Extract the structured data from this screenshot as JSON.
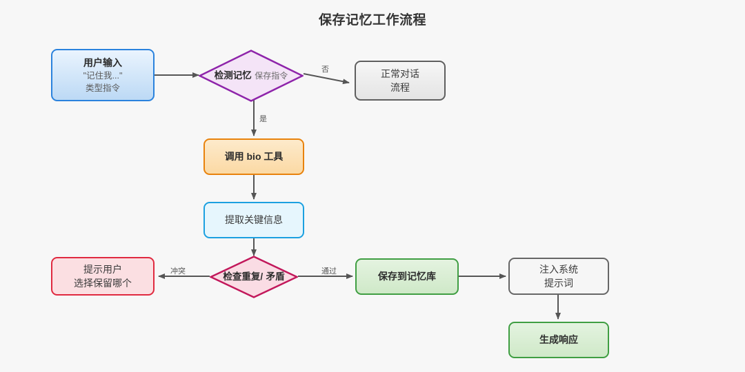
{
  "diagram": {
    "title": "保存记忆工作流程",
    "background_color": "#f7f7f7",
    "type": "flowchart"
  },
  "nodes": {
    "user_input": {
      "line1": "用户输入",
      "line2": "\"记住我...\"",
      "line3": "类型指令",
      "shape": "rounded-rect",
      "color": "#2a82dd"
    },
    "detect_memory": {
      "line1": "检测记忆",
      "line2": "保存指令",
      "shape": "diamond",
      "color": "#8e24aa"
    },
    "normal_chat": {
      "line1": "正常对话",
      "line2": "流程",
      "shape": "rounded-rect",
      "color": "#5e5e5e"
    },
    "call_bio_tool": {
      "line1": "调用 bio 工具",
      "shape": "rounded-rect",
      "color": "#e8820c"
    },
    "extract_key_info": {
      "line1": "提取关键信息",
      "shape": "rounded-rect",
      "color": "#1ba0e0"
    },
    "check_duplicate": {
      "line1": "检查重复/",
      "line2": "矛盾",
      "shape": "diamond",
      "color": "#c2185b"
    },
    "prompt_user": {
      "line1": "提示用户",
      "line2": "选择保留哪个",
      "shape": "rounded-rect",
      "color": "#e0293f"
    },
    "save_to_memory": {
      "line1": "保存到记忆库",
      "shape": "rounded-rect",
      "color": "#3f9e42"
    },
    "inject_system_prompt": {
      "line1": "注入系统",
      "line2": "提示词",
      "shape": "rounded-rect",
      "color": "#666666"
    },
    "generate_response": {
      "line1": "生成响应",
      "shape": "rounded-rect",
      "color": "#3f9e42"
    }
  },
  "edge_labels": {
    "no": "否",
    "yes": "是",
    "pass": "通过",
    "conflict": "冲突"
  }
}
